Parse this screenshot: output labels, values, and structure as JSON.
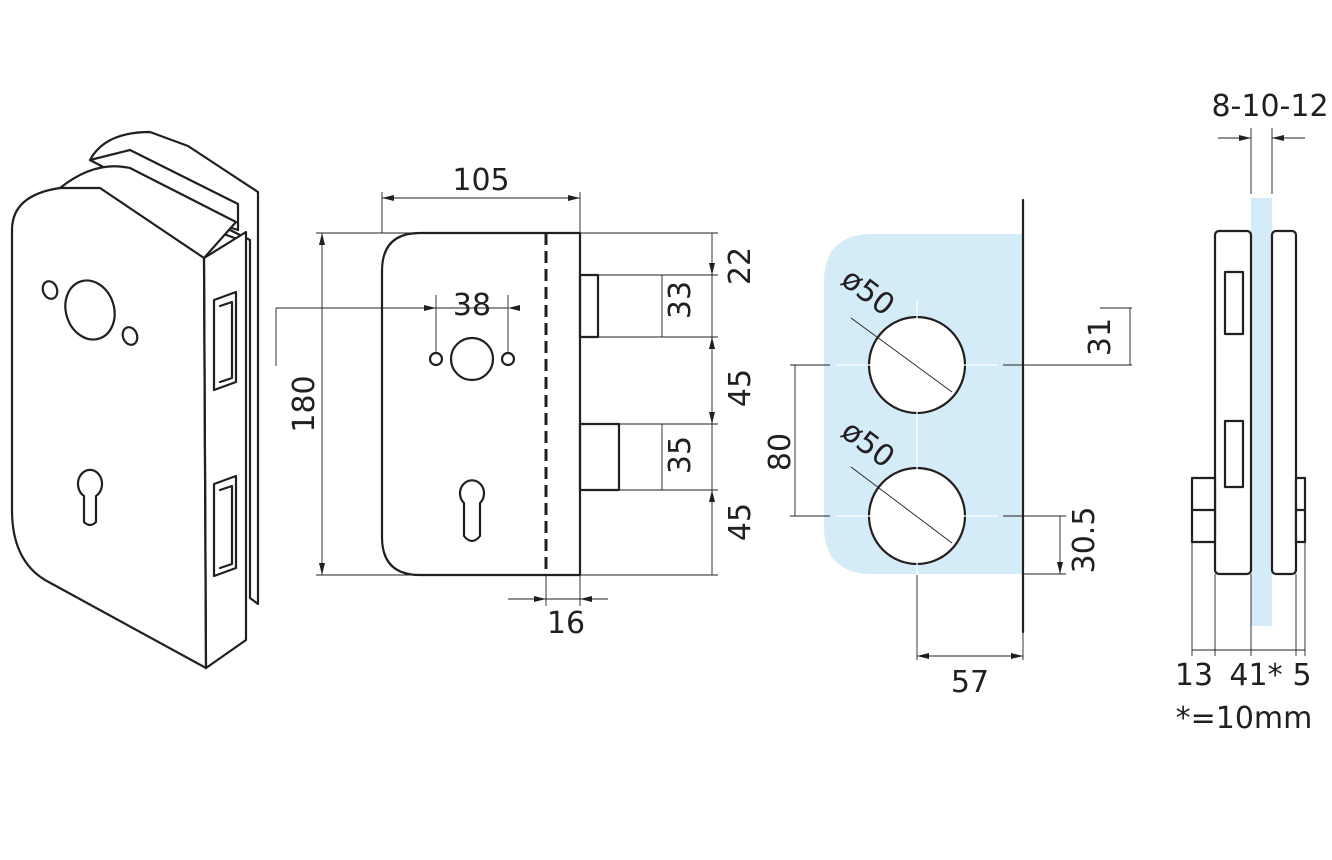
{
  "front_view": {
    "width_label": "105",
    "height_label": "180",
    "spindle_spacing_label": "38",
    "edge_label": "16",
    "right_dims": [
      "22",
      "33",
      "45",
      "35",
      "45"
    ]
  },
  "glass_view": {
    "hole1_label": "ø50",
    "hole2_label": "ø50",
    "hole_spacing_label": "80",
    "top_offset_label": "31",
    "bottom_offset_label": "30.5",
    "width_label": "57"
  },
  "side_view": {
    "glass_thickness_label": "8-10-12",
    "dim_left": "13",
    "dim_mid": "41*",
    "dim_right": "5",
    "note": "*=10mm"
  },
  "colors": {
    "line": "#231f20",
    "glass": "#d4ecf7"
  }
}
